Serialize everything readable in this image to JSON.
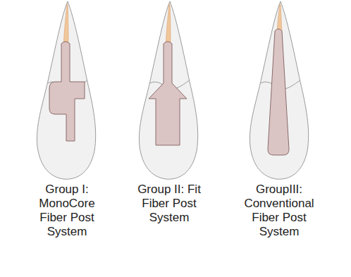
{
  "diagram": {
    "labels": [
      "Group I: MonoCore Fiber Post System",
      "Group II: Fit Fiber Post System",
      "GroupIII: Conventional Fiber Post System"
    ]
  }
}
